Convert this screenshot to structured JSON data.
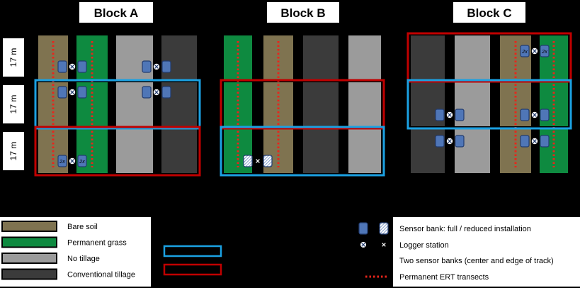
{
  "colors": {
    "bare-soil": "#7f7350",
    "permanent-grass": "#0e8a40",
    "no-tillage": "#9b9b9b",
    "conventional-tillage": "#3b3b3b",
    "sensor": "#4f76b7",
    "sensor_border": "#223c70",
    "frame_blue": "#1ba1e2",
    "frame_red": "#c00000",
    "ert": "#e8251b"
  },
  "blocks": [
    {
      "title": "Block A",
      "rows": [
        [
          "bare-soil",
          "permanent-grass",
          "no-tillage",
          "conventional-tillage"
        ],
        [
          "bare-soil",
          "permanent-grass",
          "no-tillage",
          "conventional-tillage"
        ],
        [
          "bare-soil",
          "permanent-grass",
          "no-tillage",
          "conventional-tillage"
        ]
      ],
      "frames": [
        {
          "row": 1,
          "color": "blue"
        },
        {
          "row": 2,
          "color": "red"
        }
      ]
    },
    {
      "title": "Block B",
      "rows": [
        [
          "permanent-grass",
          "bare-soil",
          "conventional-tillage",
          "no-tillage"
        ],
        [
          "permanent-grass",
          "bare-soil",
          "conventional-tillage",
          "no-tillage"
        ],
        [
          "permanent-grass",
          "bare-soil",
          "conventional-tillage",
          "no-tillage"
        ]
      ],
      "frames": [
        {
          "row": 1,
          "color": "red"
        },
        {
          "row": 2,
          "color": "blue"
        }
      ]
    },
    {
      "title": "Block C",
      "rows": [
        [
          "conventional-tillage",
          "no-tillage",
          "bare-soil",
          "permanent-grass"
        ],
        [
          "conventional-tillage",
          "no-tillage",
          "bare-soil",
          "permanent-grass"
        ],
        [
          "conventional-tillage",
          "no-tillage",
          "bare-soil",
          "permanent-grass"
        ]
      ],
      "frames": [
        {
          "row": 0,
          "color": "red"
        },
        {
          "row": 1,
          "color": "blue"
        }
      ]
    }
  ],
  "row_labels": [
    "17 m",
    "17 m",
    "17 m"
  ],
  "ert_transects": [
    {
      "block": 0,
      "plot": 0,
      "rows": [
        0,
        2
      ]
    },
    {
      "block": 0,
      "plot": 1,
      "rows": [
        0,
        2
      ]
    },
    {
      "block": 1,
      "plot": 0,
      "rows": [
        0,
        2
      ]
    },
    {
      "block": 1,
      "plot": 1,
      "rows": [
        0,
        2
      ]
    },
    {
      "block": 2,
      "plot": 2,
      "rows": [
        0,
        2
      ]
    },
    {
      "block": 2,
      "plot": 3,
      "rows": [
        0,
        2
      ]
    }
  ],
  "stations": [
    {
      "block": 0,
      "row": 0,
      "pair": 0,
      "kind": "full"
    },
    {
      "block": 0,
      "row": 0,
      "pair": 1,
      "kind": "full"
    },
    {
      "block": 0,
      "row": 1,
      "pair": 0,
      "kind": "full"
    },
    {
      "block": 0,
      "row": 1,
      "pair": 1,
      "kind": "full"
    },
    {
      "block": 0,
      "row": 2,
      "pair": 0,
      "kind": "full",
      "badge": "2x"
    },
    {
      "block": 1,
      "row": 2,
      "pair": 0,
      "kind": "reduced"
    },
    {
      "block": 2,
      "row": 0,
      "pair": 1,
      "kind": "full",
      "badge": "2x"
    },
    {
      "block": 2,
      "row": 1,
      "pair": 0,
      "kind": "full"
    },
    {
      "block": 2,
      "row": 1,
      "pair": 1,
      "kind": "full"
    },
    {
      "block": 2,
      "row": 2,
      "pair": 0,
      "kind": "full"
    },
    {
      "block": 2,
      "row": 2,
      "pair": 1,
      "kind": "full"
    }
  ],
  "legend_left": [
    {
      "color": "bare-soil",
      "label": "Bare soil"
    },
    {
      "color": "permanent-grass",
      "label": "Permanent grass"
    },
    {
      "color": "no-tillage",
      "label": "No tillage"
    },
    {
      "color": "conventional-tillage",
      "label": "Conventional tillage"
    }
  ],
  "legend_right": [
    {
      "symbol": "sensor-bank",
      "label": "Sensor bank: full / reduced installation"
    },
    {
      "symbol": "logger-station",
      "label": "Logger station"
    },
    {
      "symbol": "two-banks",
      "label": "Two sensor banks (center and edge of track)"
    },
    {
      "symbol": "ert-transect",
      "label": "Permanent ERT transects"
    }
  ]
}
